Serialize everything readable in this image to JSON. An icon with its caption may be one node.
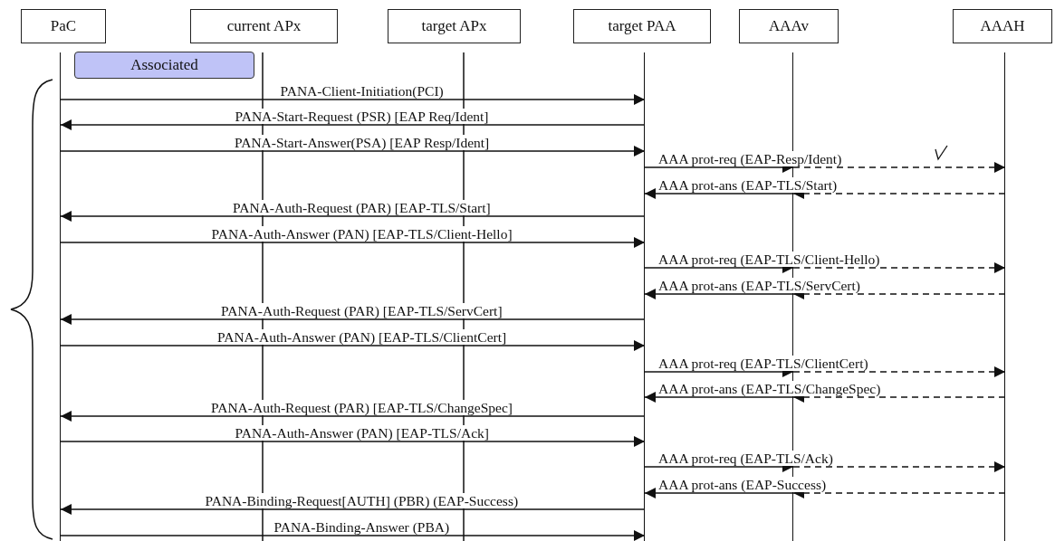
{
  "diagram": {
    "nodes": [
      {
        "text": [
          "PaC"
        ]
      },
      {
        "text": [
          "current APx"
        ]
      },
      {
        "text": [
          "target APx"
        ]
      },
      {
        "text": [
          "target PAA"
        ]
      },
      {
        "text": [
          "AAAv"
        ]
      },
      {
        "text": [
          "AAAH"
        ]
      },
      {
        "text": [
          "Associated"
        ]
      }
    ],
    "edges": [
      {
        "from": 0,
        "to": 3,
        "arrow": "to",
        "label": "PANA-Client-Initiation(PCI)"
      },
      {
        "from": 3,
        "to": 0,
        "arrow": "to",
        "label": "PANA-Start-Request (PSR) [EAP Req/Ident]"
      },
      {
        "from": 0,
        "to": 3,
        "arrow": "to",
        "label": "PANA-Start-Answer(PSA) [EAP Resp/Ident]"
      },
      {
        "from": 3,
        "to": 4,
        "arrow": "to",
        "label": "AAA prot-req (EAP-Resp/Ident)"
      },
      {
        "from": 4,
        "to": 5,
        "arrow": "to",
        "style": "dashed"
      },
      {
        "from": 5,
        "to": 4,
        "arrow": "to",
        "style": "dashed"
      },
      {
        "from": 4,
        "to": 3,
        "arrow": "to",
        "label": "AAA prot-ans (EAP-TLS/Start)"
      },
      {
        "from": 3,
        "to": 0,
        "arrow": "to",
        "label": "PANA-Auth-Request (PAR) [EAP-TLS/Start]"
      },
      {
        "from": 0,
        "to": 3,
        "arrow": "to",
        "label": "PANA-Auth-Answer (PAN) [EAP-TLS/Client-Hello]"
      },
      {
        "from": 3,
        "to": 4,
        "arrow": "to",
        "label": "AAA prot-req (EAP-TLS/Client-Hello)"
      },
      {
        "from": 4,
        "to": 5,
        "arrow": "to",
        "style": "dashed"
      },
      {
        "from": 5,
        "to": 4,
        "arrow": "to",
        "style": "dashed"
      },
      {
        "from": 4,
        "to": 3,
        "arrow": "to",
        "label": "AAA prot-ans (EAP-TLS/ServCert)"
      },
      {
        "from": 3,
        "to": 0,
        "arrow": "to",
        "label": "PANA-Auth-Request (PAR) [EAP-TLS/ServCert]"
      },
      {
        "from": 0,
        "to": 3,
        "arrow": "to",
        "label": "PANA-Auth-Answer (PAN) [EAP-TLS/ClientCert]"
      },
      {
        "from": 3,
        "to": 4,
        "arrow": "to",
        "label": "AAA prot-req (EAP-TLS/ClientCert)"
      },
      {
        "from": 4,
        "to": 5,
        "arrow": "to",
        "style": "dashed"
      },
      {
        "from": 5,
        "to": 4,
        "arrow": "to",
        "style": "dashed"
      },
      {
        "from": 4,
        "to": 3,
        "arrow": "to",
        "label": "AAA prot-ans (EAP-TLS/ChangeSpec)"
      },
      {
        "from": 3,
        "to": 0,
        "arrow": "to",
        "label": "PANA-Auth-Request (PAR) [EAP-TLS/ChangeSpec]"
      },
      {
        "from": 0,
        "to": 3,
        "arrow": "to",
        "label": "PANA-Auth-Answer (PAN) [EAP-TLS/Ack]"
      },
      {
        "from": 3,
        "to": 4,
        "arrow": "to",
        "label": "AAA prot-req (EAP-TLS/Ack)"
      },
      {
        "from": 4,
        "to": 5,
        "arrow": "to",
        "style": "dashed"
      },
      {
        "from": 5,
        "to": 4,
        "arrow": "to",
        "style": "dashed"
      },
      {
        "from": 4,
        "to": 3,
        "arrow": "to",
        "label": "AAA prot-ans (EAP-Success)"
      },
      {
        "from": 3,
        "to": 0,
        "arrow": "to",
        "label": "PANA-Binding-Request[AUTH] (PBR) (EAP-Success)"
      },
      {
        "from": 0,
        "to": 3,
        "arrow": "to",
        "label": "PANA-Binding-Answer (PBA)"
      }
    ]
  }
}
